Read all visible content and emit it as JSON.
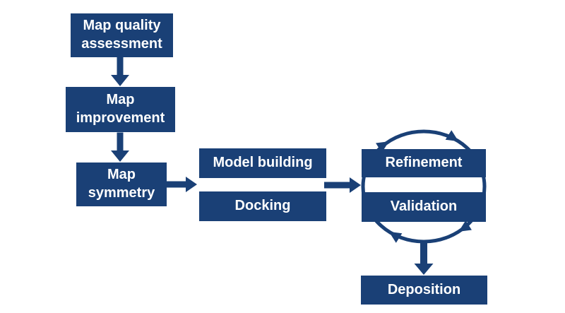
{
  "figure": {
    "background_color": "#ffffff",
    "accent_color": "#1a4076",
    "label_color": "#ffffff"
  },
  "nodes": [
    {
      "id": "map-quality-assessment",
      "label": "Map quality\nassessment"
    },
    {
      "id": "map-improvement",
      "label": "Map\nimprovement"
    },
    {
      "id": "map-symmetry",
      "label": "Map\nsymmetry"
    },
    {
      "id": "model-building",
      "label": "Model building"
    },
    {
      "id": "docking",
      "label": "Docking"
    },
    {
      "id": "refinement",
      "label": "Refinement"
    },
    {
      "id": "validation",
      "label": "Validation"
    },
    {
      "id": "deposition",
      "label": "Deposition"
    }
  ],
  "edges": [
    {
      "from": "map-quality-assessment",
      "to": "map-improvement",
      "style": "block-arrow-down"
    },
    {
      "from": "map-improvement",
      "to": "map-symmetry",
      "style": "block-arrow-down"
    },
    {
      "from": "map-symmetry",
      "to": "model-building-docking",
      "style": "block-arrow-right"
    },
    {
      "from": "model-building-docking",
      "to": "refinement-validation",
      "style": "block-arrow-right"
    },
    {
      "from": "refinement-validation",
      "to": "deposition",
      "style": "block-arrow-down"
    }
  ],
  "cycle": {
    "between": [
      "refinement",
      "validation"
    ],
    "direction": "clockwise",
    "arrowhead_count": 4
  }
}
